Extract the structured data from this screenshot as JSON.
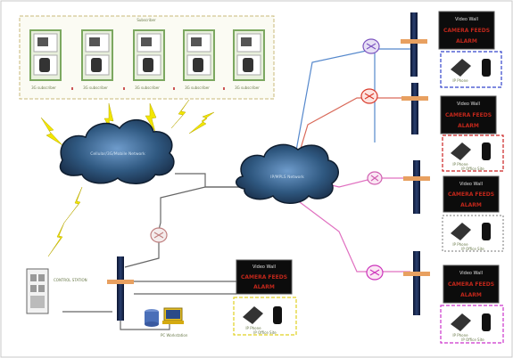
{
  "diagram": {
    "group_title": "Subscriber",
    "device_caption": "3G subscriber",
    "cloud_left_label": "Cellular/3G/Mobile Network",
    "cloud_center_label": "IP/MPLS Network",
    "control_label": "CONTROL STATION",
    "db_label": "PC Workstation",
    "site_phone_label": "IP Phone",
    "wall_line1": "Video Wall",
    "wall_line2": "CAMERA FEEDS",
    "wall_line3": "ALARM",
    "site_caption": "IP Office Site",
    "colors": {
      "lightning": "#f2e600",
      "wire_blue": "#5588cc",
      "wire_red": "#d96a5a",
      "wire_pink": "#e070c0",
      "wire_grey": "#666666",
      "border_blue": "#3344cc",
      "border_red": "#cc2222",
      "border_magenta": "#cc33cc",
      "border_yellow": "#e0d020",
      "cloud": "#3f6a90"
    }
  }
}
